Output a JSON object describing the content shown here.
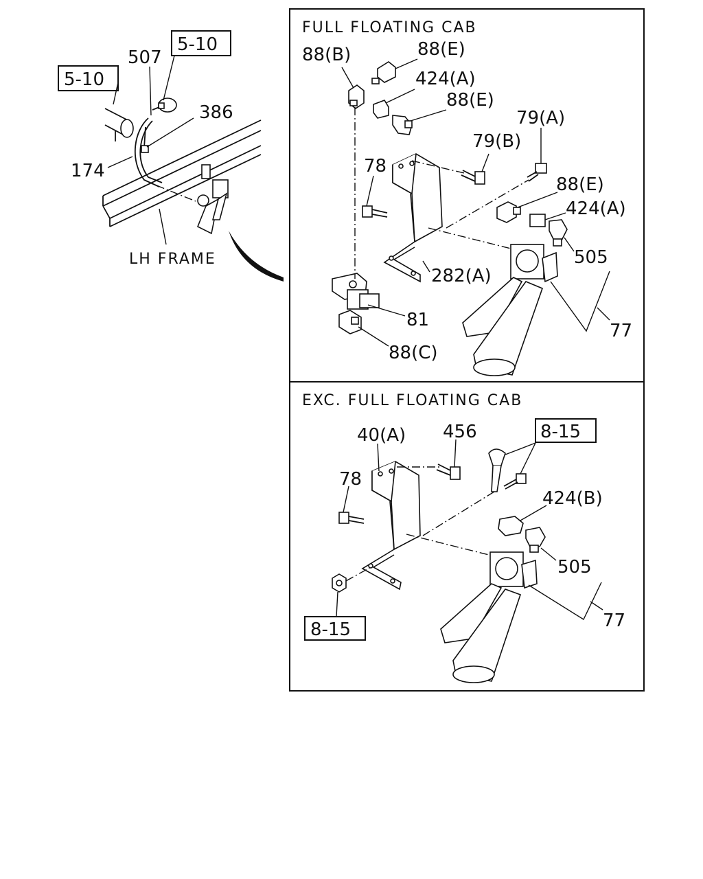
{
  "panels": {
    "top": {
      "title": "FULL FLOATING CAB"
    },
    "bottom": {
      "title": "EXC. FULL FLOATING CAB"
    }
  },
  "overview": {
    "ref_box_1": "5-10",
    "ref_box_2": "5-10",
    "label_507": "507",
    "label_386": "386",
    "label_174": "174",
    "frame_label": "LH FRAME"
  },
  "full_floating": {
    "l_88b": "88(B)",
    "l_88e_1": "88(E)",
    "l_424a_1": "424(A)",
    "l_88e_2": "88(E)",
    "l_79a": "79(A)",
    "l_79b": "79(B)",
    "l_78": "78",
    "l_88e_3": "88(E)",
    "l_424a_2": "424(A)",
    "l_505": "505",
    "l_282a": "282(A)",
    "l_81": "81",
    "l_77": "77",
    "l_88c": "88(C)"
  },
  "exc_full_floating": {
    "l_40a": "40(A)",
    "l_456": "456",
    "ref_8_15_top": "8-15",
    "l_78": "78",
    "l_424b": "424(B)",
    "l_505": "505",
    "l_77": "77",
    "ref_8_15_bottom": "8-15"
  }
}
